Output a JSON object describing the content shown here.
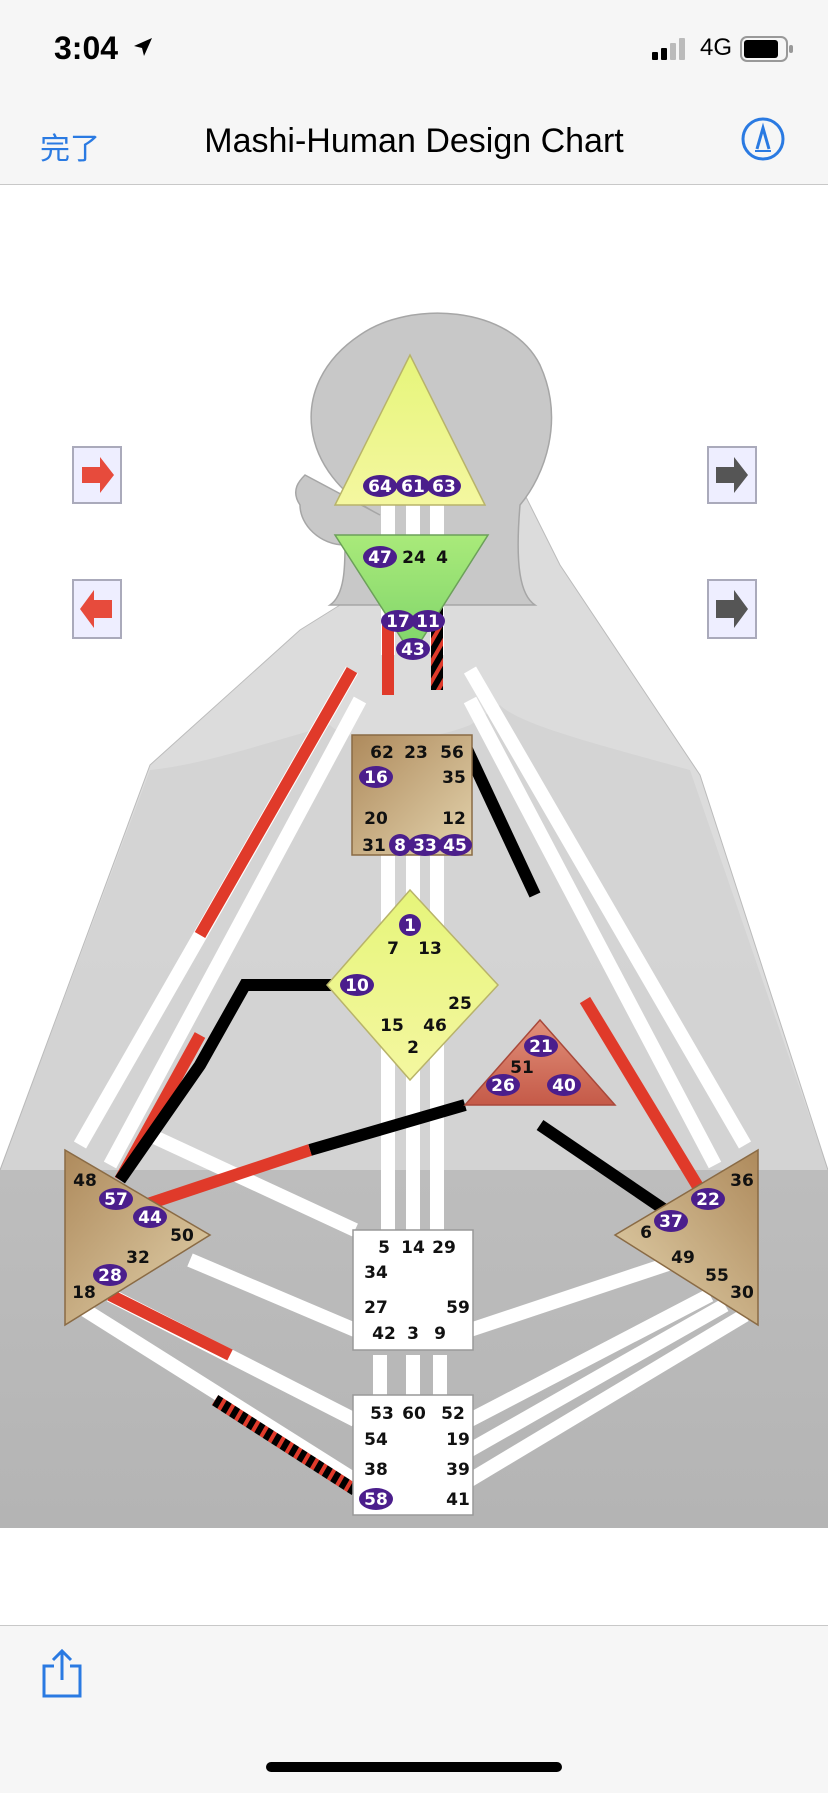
{
  "status": {
    "time": "3:04",
    "network": "4G"
  },
  "nav": {
    "done_label": "完了",
    "title": "Mashi-Human Design Chart"
  },
  "chart": {
    "head_gates": [
      "64",
      "61",
      "63"
    ],
    "ajna_gates": [
      "47",
      "24",
      "4",
      "17",
      "11",
      "43"
    ],
    "throat_gates": [
      "62",
      "23",
      "56",
      "16",
      "35",
      "20",
      "12",
      "31",
      "8",
      "33",
      "45"
    ],
    "g_gates": [
      "1",
      "7",
      "13",
      "10",
      "25",
      "15",
      "46",
      "2"
    ],
    "ego_gates": [
      "21",
      "51",
      "26",
      "40"
    ],
    "spleen_gates": [
      "48",
      "57",
      "44",
      "50",
      "32",
      "28",
      "18"
    ],
    "solar_gates": [
      "36",
      "22",
      "6",
      "37",
      "49",
      "55",
      "30"
    ],
    "sacral_gates": [
      "5",
      "14",
      "29",
      "34",
      "27",
      "59",
      "42",
      "3",
      "9"
    ],
    "root_gates": [
      "53",
      "60",
      "52",
      "54",
      "19",
      "38",
      "39",
      "58",
      "41"
    ],
    "activated_gates": [
      "64",
      "61",
      "63",
      "47",
      "17",
      "11",
      "43",
      "16",
      "8",
      "33",
      "45",
      "1",
      "10",
      "21",
      "26",
      "40",
      "57",
      "44",
      "28",
      "37",
      "22",
      "58"
    ]
  }
}
